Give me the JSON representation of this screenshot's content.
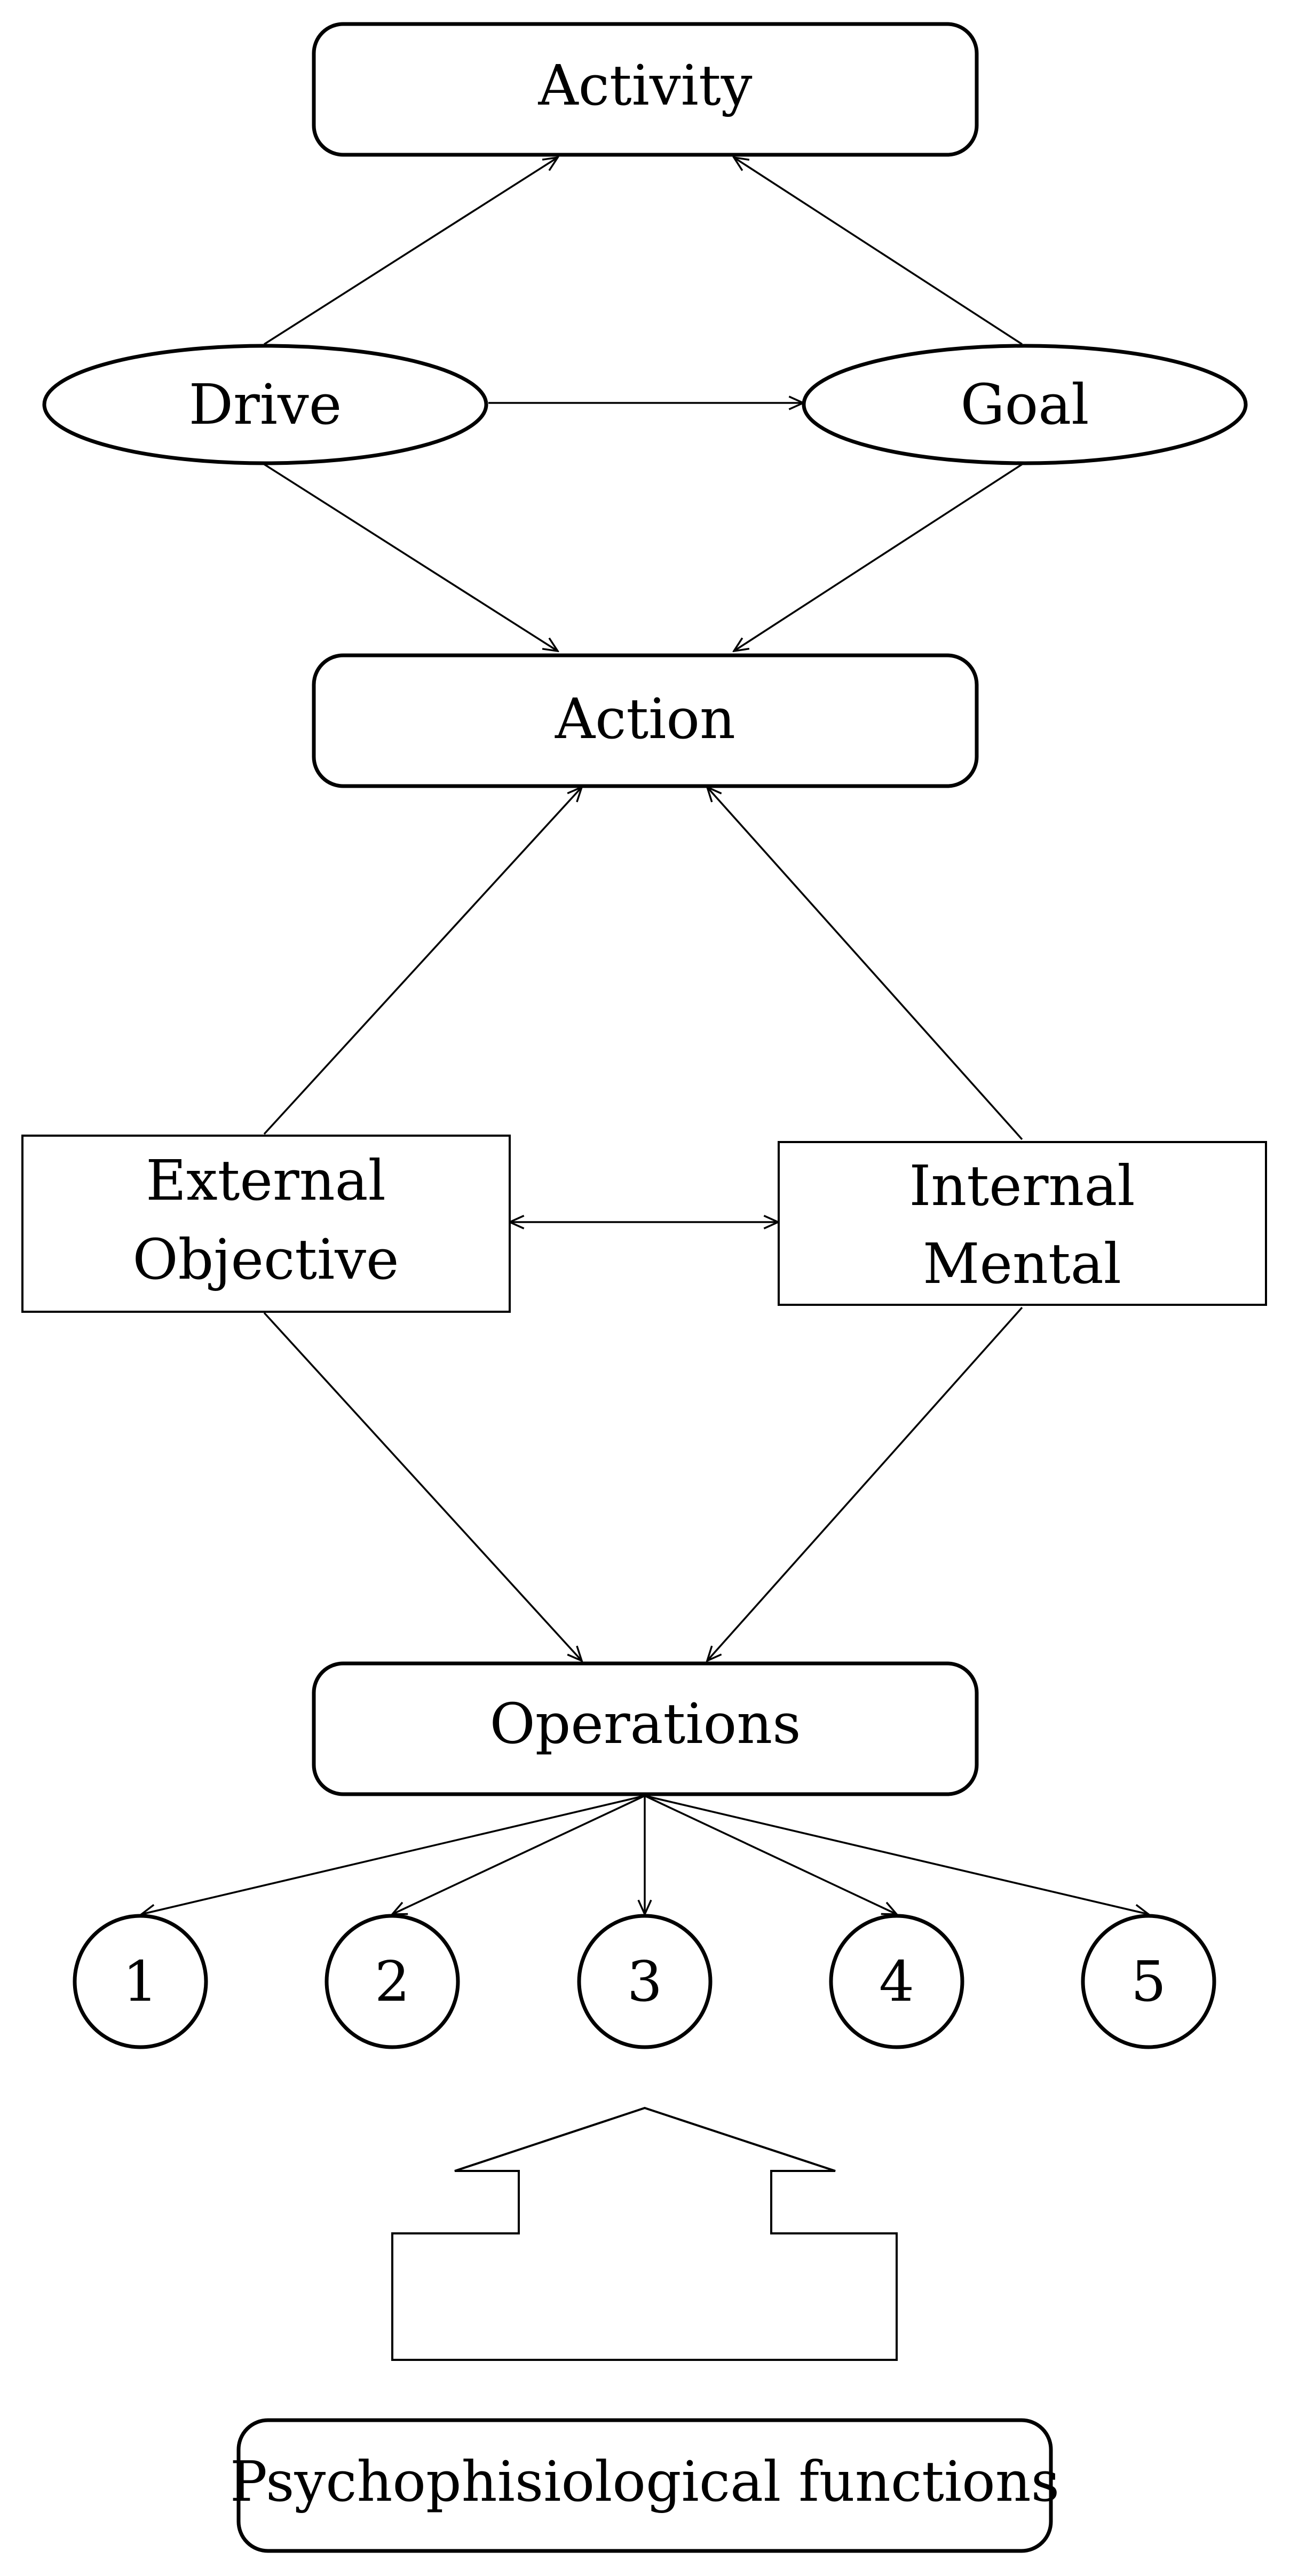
{
  "nodes": {
    "activity": "Activity",
    "drive": "Drive",
    "goal": "Goal",
    "action": "Action",
    "external": [
      "External",
      "Objective"
    ],
    "internal": [
      "Internal",
      "Mental"
    ],
    "operations": "Operations",
    "functions_row": [
      "1",
      "2",
      "3",
      "4",
      "5"
    ],
    "psychophysiological": "Psychophisiological functions"
  },
  "edges": [
    {
      "from": "drive",
      "to": "activity"
    },
    {
      "from": "goal",
      "to": "activity"
    },
    {
      "from": "drive",
      "to": "goal"
    },
    {
      "from": "drive",
      "to": "action"
    },
    {
      "from": "goal",
      "to": "action"
    },
    {
      "from": "external",
      "to": "action"
    },
    {
      "from": "internal",
      "to": "action"
    },
    {
      "from": "external",
      "to": "internal",
      "bidirectional": true
    },
    {
      "from": "external",
      "to": "operations"
    },
    {
      "from": "internal",
      "to": "operations"
    },
    {
      "from": "operations",
      "to": "1"
    },
    {
      "from": "operations",
      "to": "2"
    },
    {
      "from": "operations",
      "to": "3"
    },
    {
      "from": "operations",
      "to": "4"
    },
    {
      "from": "operations",
      "to": "5"
    },
    {
      "from": "psychophysiological",
      "to": "functions_row",
      "style": "block-arrow"
    }
  ],
  "colors": {
    "stroke": "#000000",
    "fill": "#ffffff"
  }
}
